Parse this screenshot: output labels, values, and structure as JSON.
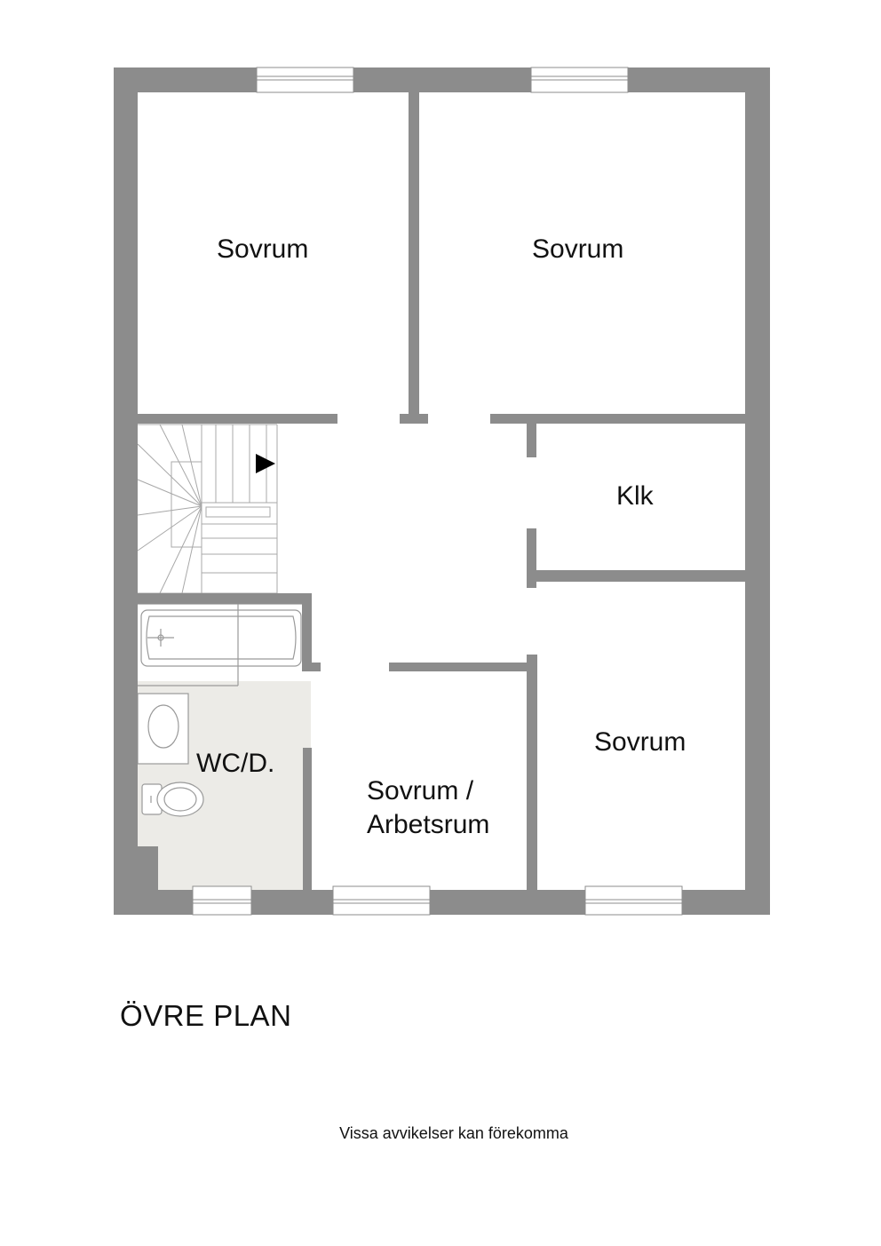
{
  "plan": {
    "title": "ÖVRE PLAN",
    "disclaimer": "Vissa avvikelser kan förekomma",
    "colors": {
      "wall": "#8c8c8c",
      "wet_room_floor": "#ecebe7",
      "fixture_line": "#9a9a9a"
    }
  },
  "rooms": {
    "bedroom_nw": "Sovrum",
    "bedroom_ne": "Sovrum",
    "closet": "Klk",
    "bedroom_se": "Sovrum",
    "bedroom_office_1": "Sovrum /",
    "bedroom_office_2": "Arbetsrum",
    "wc_shower": "WC/D."
  },
  "icons": [
    "stair-direction-arrow-icon",
    "window-icon",
    "bathtub-icon",
    "sink-icon",
    "toilet-icon"
  ]
}
